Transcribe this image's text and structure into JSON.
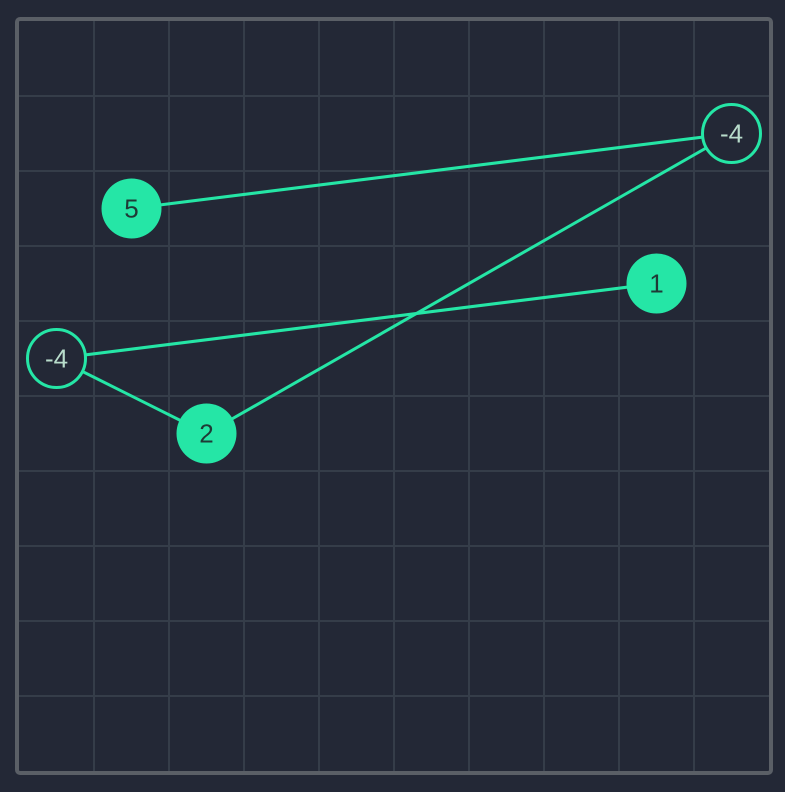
{
  "board": {
    "columns": 10,
    "rows": 10,
    "colors": {
      "background": "#232836",
      "grid_line": "#353d49",
      "border": "#5a5f66",
      "accent": "#25e6a6"
    }
  },
  "nodes": [
    {
      "id": "n1",
      "value": "-4",
      "col": 9,
      "row": 1,
      "filled": false
    },
    {
      "id": "n2",
      "value": "5",
      "col": 1,
      "row": 2,
      "filled": true
    },
    {
      "id": "n3",
      "value": "1",
      "col": 8,
      "row": 3,
      "filled": true
    },
    {
      "id": "n4",
      "value": "-4",
      "col": 0,
      "row": 4,
      "filled": false
    },
    {
      "id": "n5",
      "value": "2",
      "col": 2,
      "row": 5,
      "filled": true
    }
  ],
  "edges": [
    {
      "from": "n2",
      "to": "n1"
    },
    {
      "from": "n1",
      "to": "n5"
    },
    {
      "from": "n4",
      "to": "n3"
    },
    {
      "from": "n4",
      "to": "n5"
    }
  ]
}
